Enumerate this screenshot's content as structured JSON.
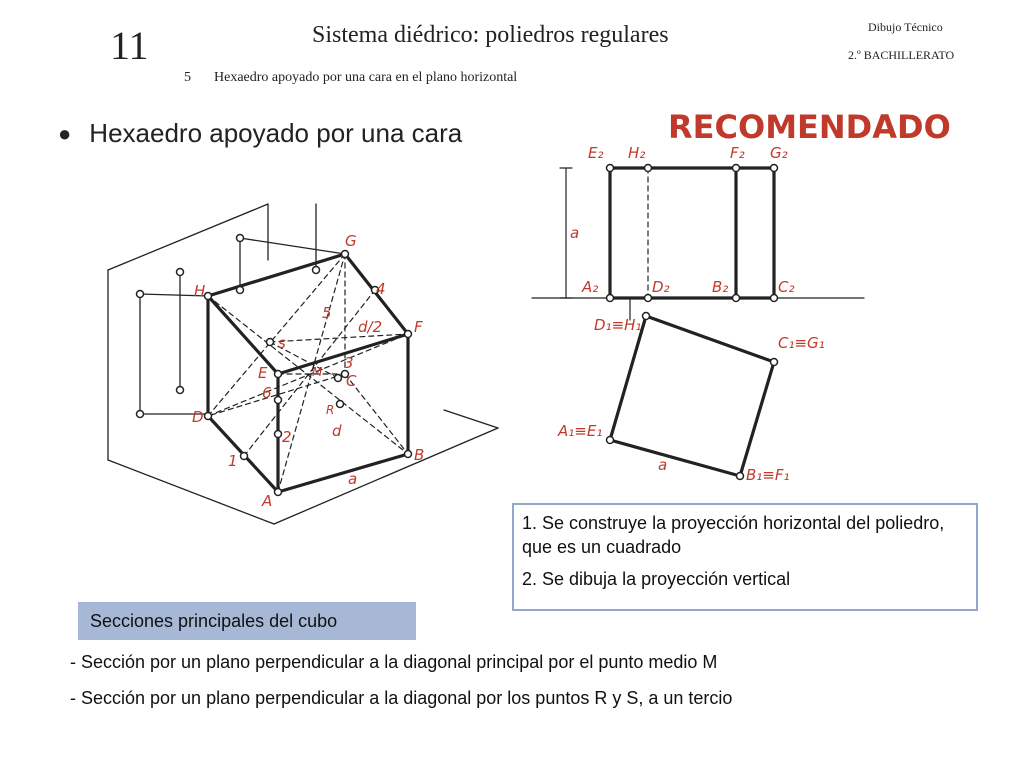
{
  "header": {
    "unit_number": "11",
    "title": "Sistema diédrico: poliedros regulares",
    "lesson_number": "5",
    "subtitle": "Hexaedro apoyado por una cara en el plano horizontal",
    "subject": "Dibujo Técnico",
    "course": "2.º BACHILLERATO"
  },
  "bullet": {
    "text": "Hexaedro apoyado por una cara"
  },
  "badge": {
    "text": "RECOMENDADO",
    "color": "#c0392b"
  },
  "steps": [
    "1. Se construye la proyección horizontal del poliedro, que es un cuadrado",
    "2. Se dibuja la proyección vertical"
  ],
  "sections": {
    "title": "Secciones principales del cubo",
    "notes": [
      "- Sección por un plano perpendicular a la diagonal principal por el punto medio M",
      "- Sección por un plano perpendicular a la diagonal por los puntos R y S, a un tercio"
    ]
  },
  "diagram": {
    "label_color": "#c0392b",
    "iso_labels": [
      "G",
      "H",
      "4",
      "5",
      "d/2",
      "F",
      "s",
      "3",
      "M",
      "E",
      "C",
      "6",
      "R",
      "D",
      "d",
      "2",
      "1",
      "B",
      "a",
      "A"
    ],
    "elevation_labels": [
      "E₂",
      "H₂",
      "F₂",
      "G₂",
      "a",
      "A₂",
      "D₂",
      "B₂",
      "C₂"
    ],
    "plan_labels": [
      "D₁≡H₁",
      "C₁≡G₁",
      "A₁≡E₁",
      "a",
      "B₁≡F₁"
    ]
  }
}
